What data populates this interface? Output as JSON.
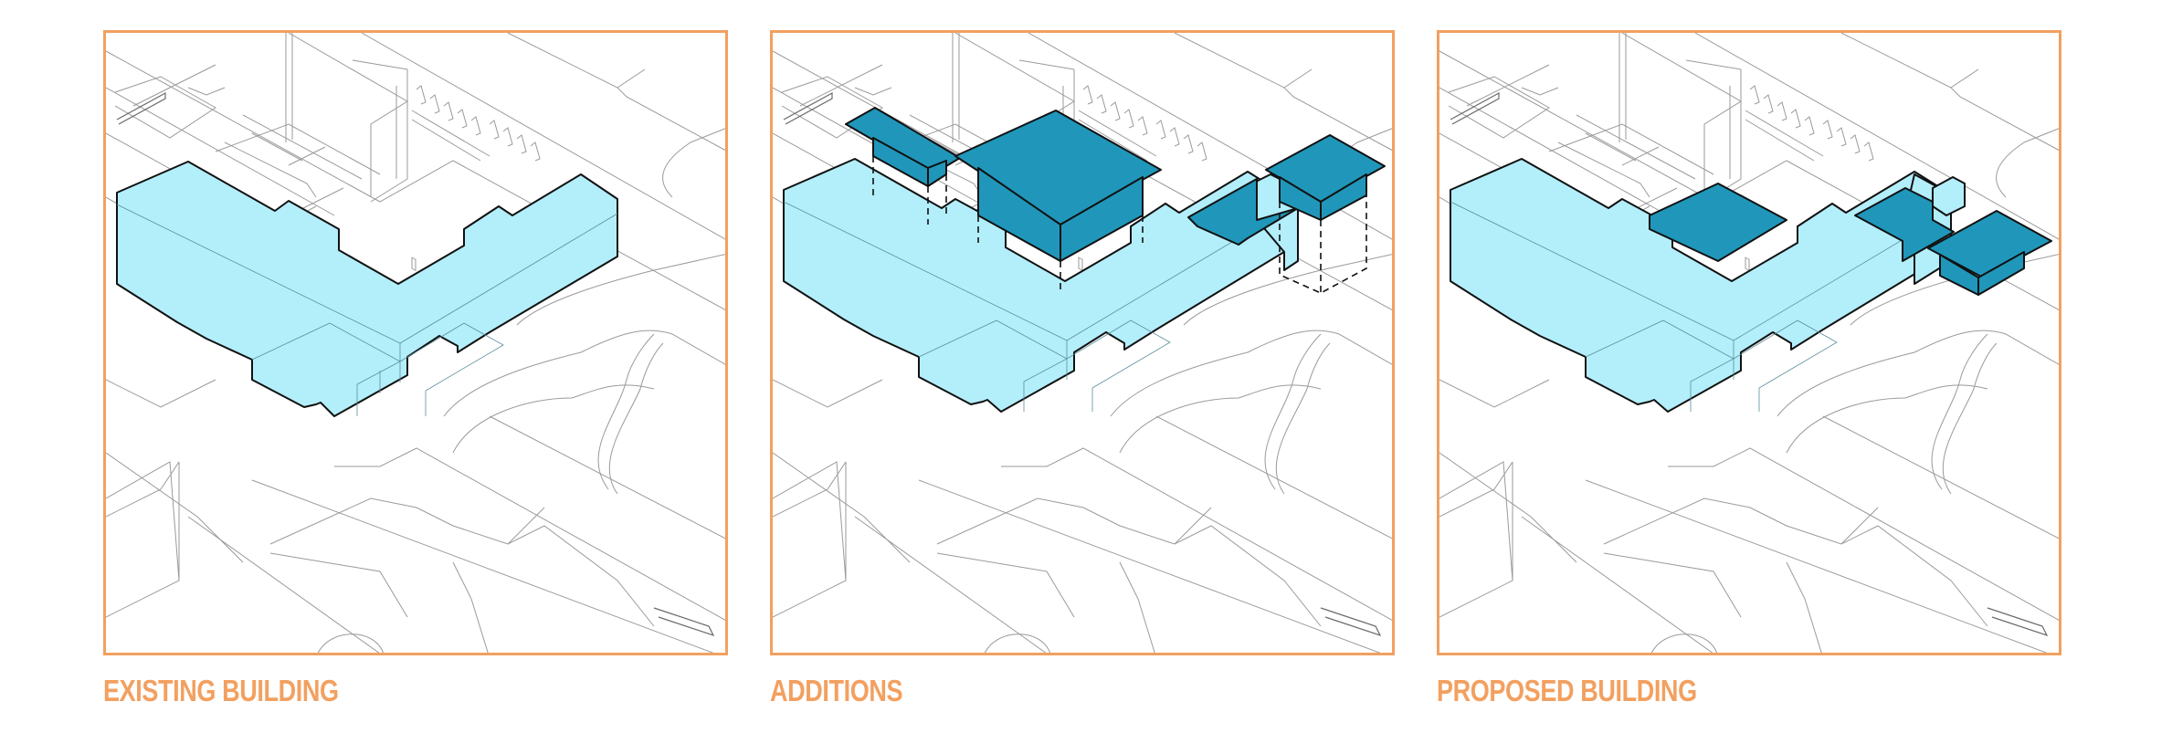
{
  "colors": {
    "frame": "#F2A060",
    "caption": "#F2A060",
    "existing_massing": "#B3EEFB",
    "addition_massing": "#2097BA",
    "context_lines": "#9A9A9A",
    "outline": "#111111",
    "background": "#FFFFFF"
  },
  "panels": [
    {
      "id": "existing",
      "caption": "EXISTING BUILDING",
      "shows_additions": false,
      "shows_projection_lines": false
    },
    {
      "id": "additions",
      "caption": "ADDITIONS",
      "shows_additions": true,
      "shows_projection_lines": true
    },
    {
      "id": "proposed",
      "caption": "PROPOSED BUILDING",
      "shows_additions": true,
      "shows_projection_lines": false
    }
  ]
}
